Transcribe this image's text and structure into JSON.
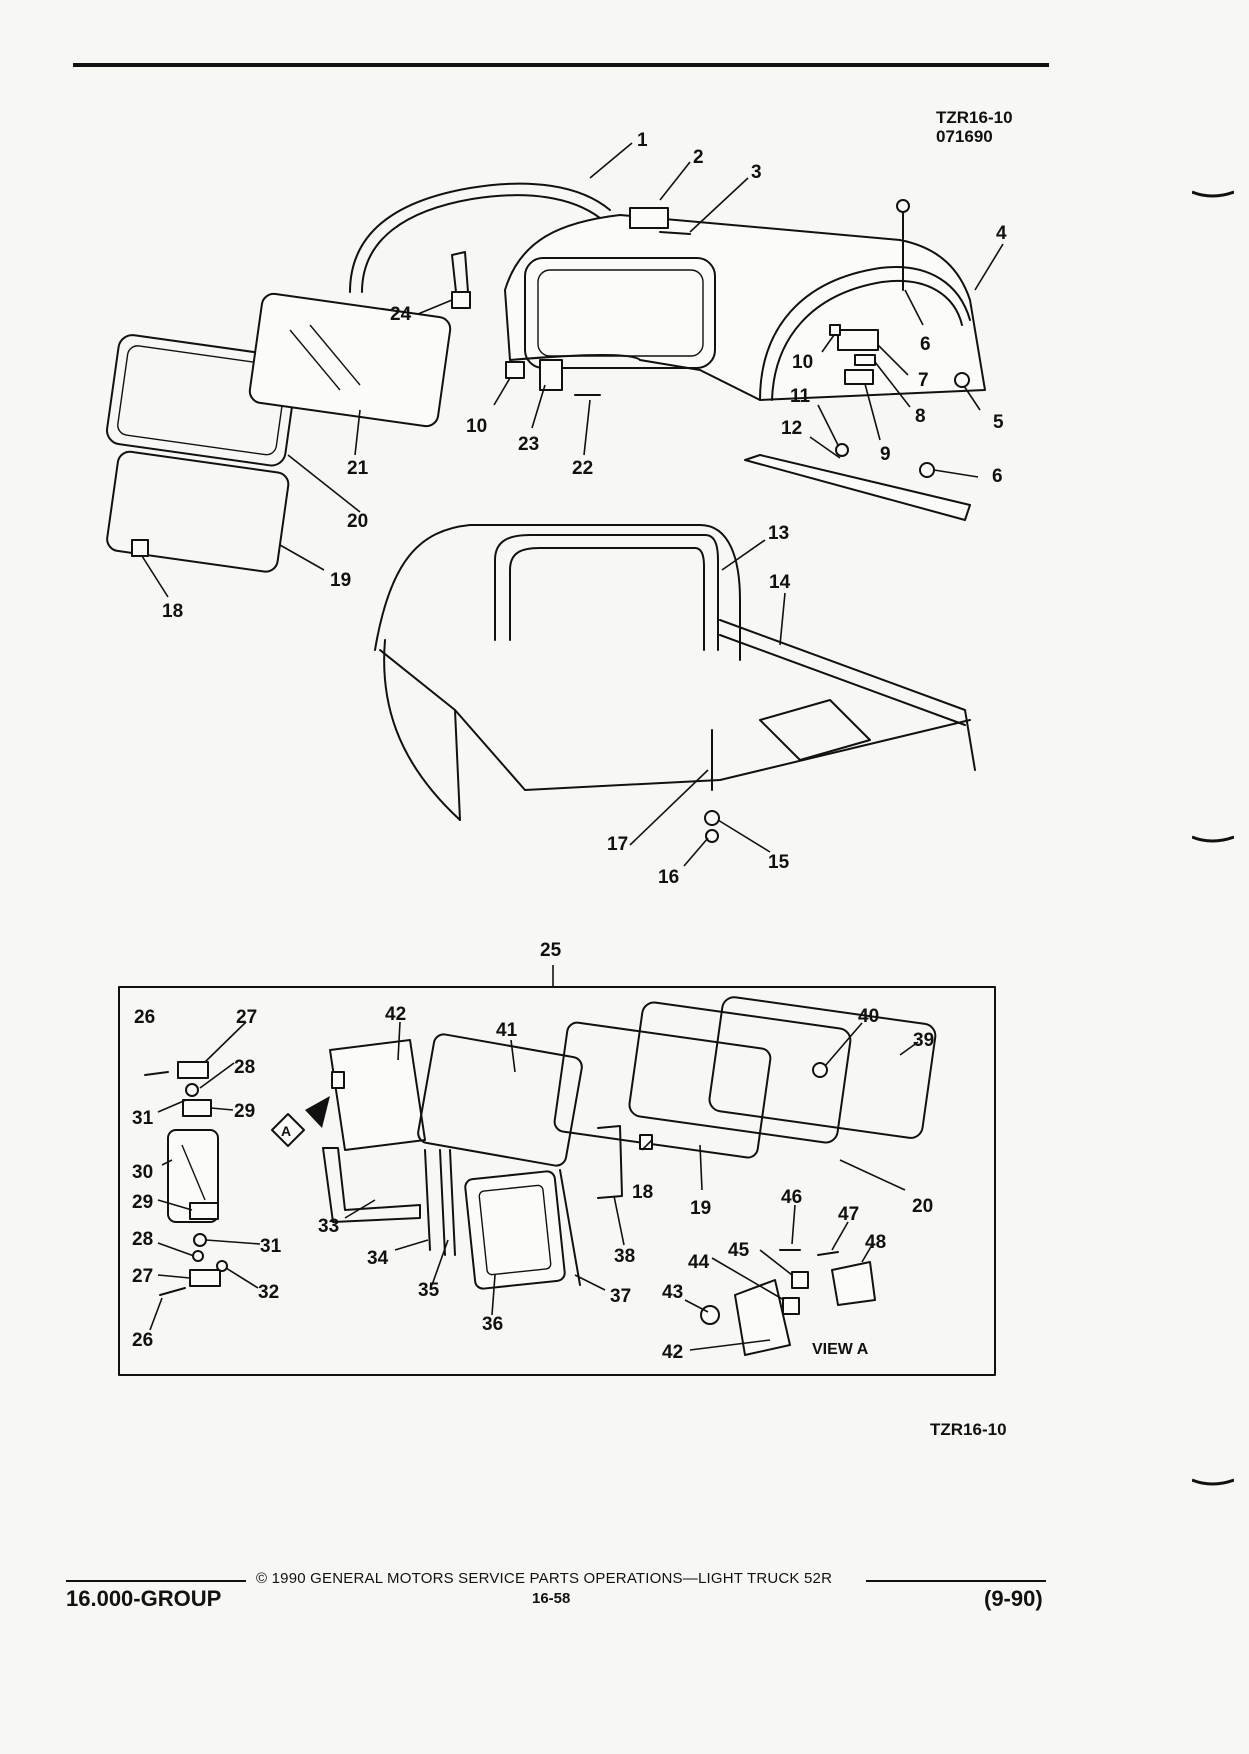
{
  "header": {
    "illustration_code": "TZR16-10",
    "illustration_date_code": "071690"
  },
  "callouts": [
    "1",
    "2",
    "3",
    "4",
    "5",
    "6",
    "7",
    "8",
    "9",
    "10",
    "11",
    "12",
    "13",
    "14",
    "15",
    "16",
    "17",
    "18",
    "19",
    "20",
    "21",
    "22",
    "23",
    "24",
    "25",
    "26",
    "27",
    "28",
    "29",
    "30",
    "31",
    "32",
    "33",
    "34",
    "35",
    "36",
    "37",
    "38",
    "39",
    "40",
    "41",
    "42",
    "43",
    "44",
    "45",
    "46",
    "47",
    "48"
  ],
  "view_label": "VIEW A",
  "view_marker": "A",
  "footer_code": "TZR16-10",
  "footer": {
    "copyright": "© 1990 GENERAL MOTORS SERVICE PARTS OPERATIONS—LIGHT TRUCK 52R",
    "group": "16.000-GROUP",
    "page": "16-58",
    "date": "(9-90)"
  }
}
